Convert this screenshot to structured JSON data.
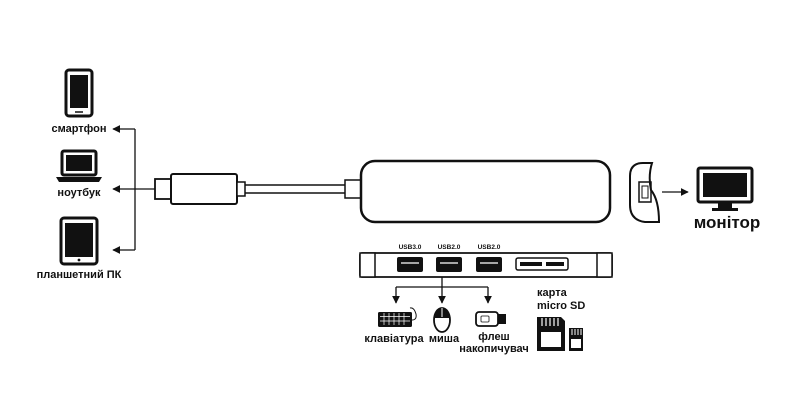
{
  "devices": {
    "smartphone": "смартфон",
    "laptop": "ноутбук",
    "tablet": "планшетний ПК"
  },
  "ports": {
    "usb30": "USB3.0",
    "usb20_a": "USB2.0",
    "usb20_b": "USB2.0"
  },
  "peripherals": {
    "keyboard": "клавіатура",
    "mouse": "миша",
    "flash_line1": "флеш",
    "flash_line2": "накопичувач",
    "card_line1": "карта",
    "card_line2": "micro SD"
  },
  "output": {
    "monitor": "монітор"
  }
}
